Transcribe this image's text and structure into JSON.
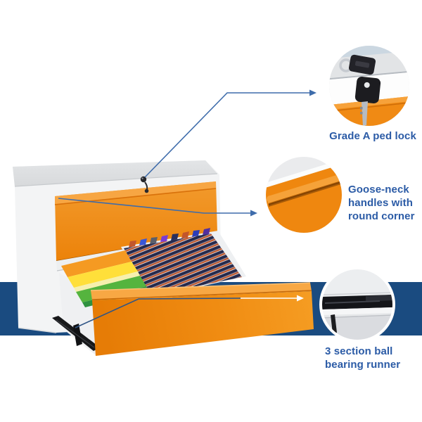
{
  "scene": {
    "background": "#ffffff",
    "band_color": "#1a4b80",
    "accent_orange": "#f08a16",
    "label_color": "#2b5ba6",
    "callout_line_color": "#3e6cab",
    "callout_line_on_band_color": "#ffffff"
  },
  "features": [
    {
      "id": "lock",
      "label": "Grade A ped lock",
      "lines": [
        "Grade A ped lock"
      ],
      "closeup": "lock-with-keys-closeup"
    },
    {
      "id": "handles",
      "label": "Goose-neck handles with round corner",
      "lines": [
        "Goose-neck",
        "handles with",
        "round corner"
      ],
      "closeup": "goose-neck-handle-closeup"
    },
    {
      "id": "runner",
      "label": "3 section ball bearing runner",
      "lines": [
        "3 section ball",
        "bearing runner"
      ],
      "closeup": "ball-bearing-runner-closeup"
    }
  ]
}
